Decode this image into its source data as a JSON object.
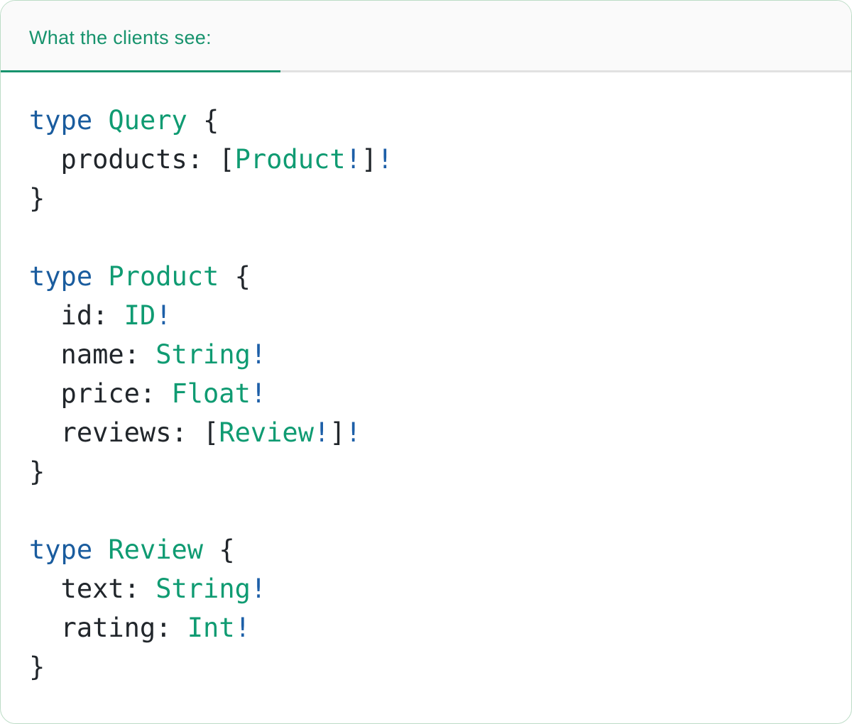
{
  "colors": {
    "accent_teal": "#17936d",
    "type_teal": "#0f9b72",
    "keyword_blue": "#1a5c9e",
    "bang_blue": "#1d5fa8",
    "plain_dark": "#21262b",
    "header_bg": "#fafafa",
    "divider_gray": "#e1e1e1",
    "border_green": "#bcdcc6",
    "card_bg": "#ffffff"
  },
  "header": {
    "label": "What the clients see:"
  },
  "code": {
    "lines": [
      [
        {
          "t": "kw",
          "v": "type"
        },
        {
          "t": "pl",
          "v": " "
        },
        {
          "t": "ty",
          "v": "Query"
        },
        {
          "t": "pl",
          "v": " {"
        }
      ],
      [
        {
          "t": "pl",
          "v": "  products: ["
        },
        {
          "t": "ty",
          "v": "Product"
        },
        {
          "t": "bg",
          "v": "!"
        },
        {
          "t": "pl",
          "v": "]"
        },
        {
          "t": "bg",
          "v": "!"
        }
      ],
      [
        {
          "t": "pl",
          "v": "}"
        }
      ],
      [],
      [
        {
          "t": "kw",
          "v": "type"
        },
        {
          "t": "pl",
          "v": " "
        },
        {
          "t": "ty",
          "v": "Product"
        },
        {
          "t": "pl",
          "v": " {"
        }
      ],
      [
        {
          "t": "pl",
          "v": "  id: "
        },
        {
          "t": "ty",
          "v": "ID"
        },
        {
          "t": "bg",
          "v": "!"
        }
      ],
      [
        {
          "t": "pl",
          "v": "  name: "
        },
        {
          "t": "ty",
          "v": "String"
        },
        {
          "t": "bg",
          "v": "!"
        }
      ],
      [
        {
          "t": "pl",
          "v": "  price: "
        },
        {
          "t": "ty",
          "v": "Float"
        },
        {
          "t": "bg",
          "v": "!"
        }
      ],
      [
        {
          "t": "pl",
          "v": "  reviews: ["
        },
        {
          "t": "ty",
          "v": "Review"
        },
        {
          "t": "bg",
          "v": "!"
        },
        {
          "t": "pl",
          "v": "]"
        },
        {
          "t": "bg",
          "v": "!"
        }
      ],
      [
        {
          "t": "pl",
          "v": "}"
        }
      ],
      [],
      [
        {
          "t": "kw",
          "v": "type"
        },
        {
          "t": "pl",
          "v": " "
        },
        {
          "t": "ty",
          "v": "Review"
        },
        {
          "t": "pl",
          "v": " {"
        }
      ],
      [
        {
          "t": "pl",
          "v": "  text: "
        },
        {
          "t": "ty",
          "v": "String"
        },
        {
          "t": "bg",
          "v": "!"
        }
      ],
      [
        {
          "t": "pl",
          "v": "  rating: "
        },
        {
          "t": "ty",
          "v": "Int"
        },
        {
          "t": "bg",
          "v": "!"
        }
      ],
      [
        {
          "t": "pl",
          "v": "}"
        }
      ]
    ]
  }
}
